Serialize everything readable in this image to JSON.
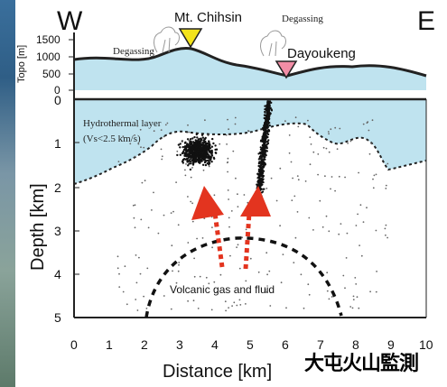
{
  "compass": {
    "west": "W",
    "east": "E"
  },
  "topo": {
    "axis_label": "Topo [m]",
    "ticks": [
      "1500",
      "1000",
      "500",
      "0"
    ],
    "fill_color": "#bfe3ef"
  },
  "landmarks": {
    "chihsin": {
      "label": "Mt. Chihsin",
      "marker_color": "#f3e31b"
    },
    "dayoukeng": {
      "label": "Dayoukeng",
      "marker_color": "#f28da6"
    },
    "degassing_left": "Degassing",
    "degassing_right": "Degassing"
  },
  "section": {
    "hydrothermal_label_1": "Hydrothermal layer",
    "hydrothermal_label_2": "(Vs<2.5 km/s)",
    "gas_label": "Volcanic gas and fluid",
    "arrow_color": "#e3341f"
  },
  "axes": {
    "ylabel": "Depth [km]",
    "xlabel": "Distance [km]",
    "depth_ticks": [
      "0",
      "1",
      "2",
      "3",
      "4",
      "5"
    ],
    "distance_ticks": [
      "0",
      "1",
      "2",
      "3",
      "4",
      "5",
      "6",
      "7",
      "8",
      "9",
      "10"
    ]
  },
  "caption": "大屯火山監測"
}
